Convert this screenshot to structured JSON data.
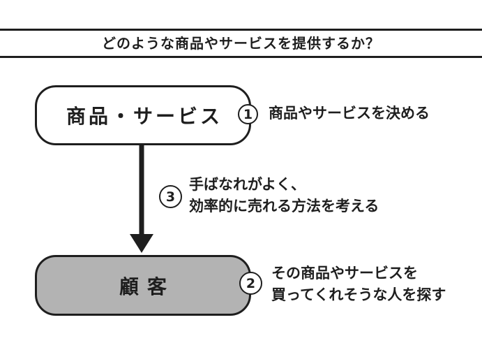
{
  "header": {
    "title": "どのような商品やサービスを提供するか？"
  },
  "diagram": {
    "product_box": {
      "label": "商品・サービス"
    },
    "customer_box": {
      "label": "顧客"
    },
    "steps": {
      "step1": {
        "number": "1",
        "line1": "商品やサービスを決める"
      },
      "step2": {
        "number": "2",
        "line1": "その商品やサービスを",
        "line2": "買ってくれそうな人を探す"
      },
      "step3": {
        "number": "3",
        "line1": "手ばなれがよく、",
        "line2": "効率的に売れる方法を考える"
      }
    },
    "colors": {
      "ink": "#1e1e1e",
      "customer_box_fill": "#b3b3b3",
      "background": "#ffffff"
    }
  }
}
